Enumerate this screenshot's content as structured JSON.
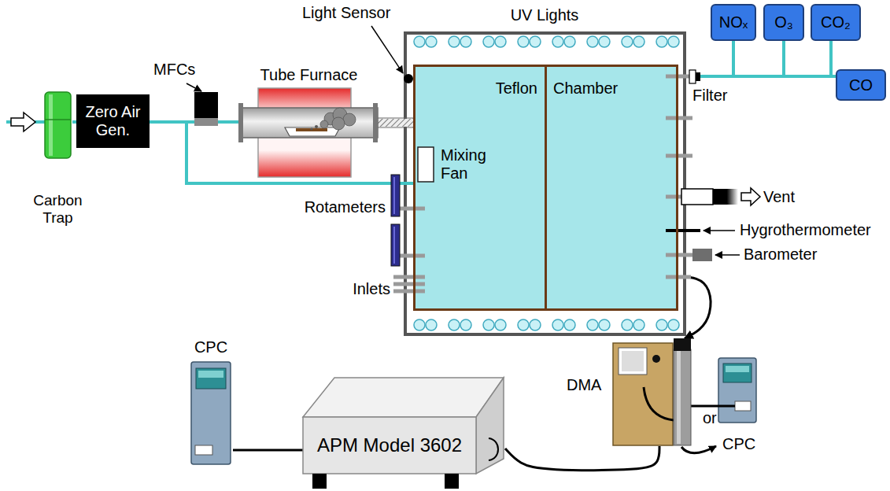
{
  "diagram": {
    "nodes": [
      {
        "text": [
          "Carbon Trap"
        ]
      },
      {
        "text": [
          "Zero Air Gen."
        ]
      },
      {
        "text": [
          "MFCs"
        ]
      },
      {
        "text": [
          "Tube Furnace"
        ]
      },
      {
        "text": [
          "Teflon",
          "Chamber"
        ]
      },
      {
        "text": [
          "Mixing Fan"
        ],
        "in": 4
      },
      {
        "text": [
          "NOₓ"
        ]
      },
      {
        "text": [
          "O₃"
        ]
      },
      {
        "text": [
          "CO₂"
        ]
      },
      {
        "text": [
          "CO"
        ]
      },
      {
        "text": [
          "DMA"
        ]
      },
      {
        "text": [
          "APM Model 3602"
        ]
      },
      {
        "text": [
          "CPC"
        ]
      }
    ],
    "edges": [
      {
        "from": 0,
        "to": 1,
        "arrow": "none"
      },
      {
        "from": 1,
        "to": 2,
        "arrow": "none"
      },
      {
        "from": 2,
        "to": 3,
        "arrow": "none"
      },
      {
        "from": 3,
        "to": 4,
        "arrow": "none"
      },
      {
        "from": 1,
        "to": 4,
        "arrow": "none"
      },
      {
        "from": 4,
        "to": 6,
        "arrow": "none"
      },
      {
        "from": 4,
        "to": 7,
        "arrow": "none"
      },
      {
        "from": 4,
        "to": 8,
        "arrow": "none"
      },
      {
        "from": 4,
        "to": 9,
        "arrow": "none"
      },
      {
        "from": 4,
        "to": 10,
        "arrow": "to"
      },
      {
        "from": 10,
        "to": 11,
        "arrow": "none"
      },
      {
        "from": 11,
        "to": 12,
        "arrow": "none"
      }
    ],
    "labels": [
      "Light Sensor",
      "UV Lights",
      "Rotameters",
      "Inlets",
      "Filter",
      "Vent",
      "Hygrothermometer",
      "Barometer",
      "or",
      "CPC"
    ]
  }
}
